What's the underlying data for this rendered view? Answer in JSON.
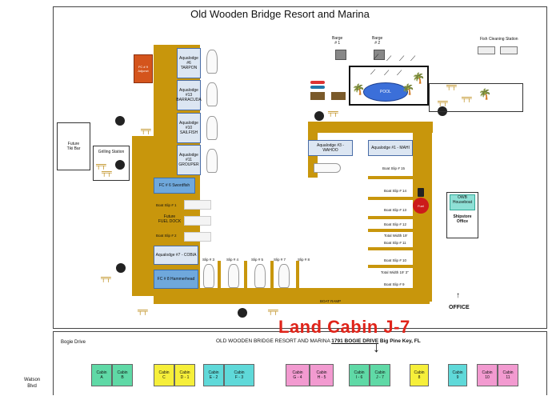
{
  "title": "Old Wooden Bridge Resort and Marina",
  "left_building": {
    "fc9": "FC # 9\nAdjunct",
    "lodge6": "Aqualodge\n#6\nTARPON",
    "lodge13": "Aqualodge\n#13\nBARRACUDA",
    "lodge10": "Aqualodge\n#10\nSAILFISH",
    "lodge11": "Aqualodge\n#11\nGROUPER",
    "fc6": "FC # 6 Swordfish",
    "slip1": "Boat Slip # 1",
    "fuel": "Future\nFUEL DOCK",
    "slip2": "Boat Slip # 2",
    "lodge7": "Aqualodge #7 - COBIA",
    "fc8": "FC # 8 Hammerhead"
  },
  "tiki_bar": "Future\nTiki Bar",
  "grilling_station": "Grilling Station",
  "barges": [
    "Barge\n# 1",
    "Barge\n# 2"
  ],
  "fish_cleaning": "Fish Cleaning Station",
  "pool": "POOL",
  "center_slips": [
    "Slip # 3",
    "Slip # 4",
    "Slip # 5",
    "Slip # 7",
    "Slip # 8"
  ],
  "right_dock": {
    "lodge3": "Aqualodge #3 - WAHOO",
    "lodge1": "Aqualodge #1 - MAHI",
    "slips": [
      "Boat Slip # 15",
      "Boat Slip # 14",
      "Boat Slip # 13",
      "Boat Slip # 12",
      "Boat Slip # 11",
      "Boat Slip # 10",
      "Boat Slip # 9"
    ],
    "notes": [
      "Total Width 19'",
      "Total Width 19' 3\""
    ],
    "boat_ramp": "BOAT RAMP",
    "fuel": "Fuel"
  },
  "owb_houseboat": "OWB\nHouseboat",
  "shipstore": "Shipstore\nOffice",
  "office": "OFFICE",
  "road_label": "Bogie Drive",
  "address_prefix": "OLD WOODEN BRIDGE RESORT AND MARINA ",
  "address_under": "1791 BOGIE DRIVE",
  "address_suffix": " Big Pine Key, FL",
  "annotation": "Land Cabin J-7",
  "watson": "Watson\nBlvd",
  "cabins": [
    {
      "label": "Cabin\nA",
      "color": "#5fd9a6"
    },
    {
      "label": "Cabin\nB",
      "color": "#5fd9a6"
    },
    {
      "label": "Cabin\nC",
      "color": "#f6ef3a"
    },
    {
      "label": "Cabin\nD - 1",
      "color": "#f6ef3a"
    },
    {
      "label": "Cabin\nE - 2",
      "color": "#5fd9d9"
    },
    {
      "label": "Cabin\nF - 3",
      "color": "#5fd9d9"
    },
    {
      "label": "Cabin\nG - 4",
      "color": "#f29ad0"
    },
    {
      "label": "Cabin\nH - 5",
      "color": "#f29ad0"
    },
    {
      "label": "Cabin\nI - 6",
      "color": "#5fd9a6"
    },
    {
      "label": "Cabin\nJ - 7",
      "color": "#5fd9a6"
    },
    {
      "label": "Cabin\n8",
      "color": "#f6ef3a"
    },
    {
      "label": "Cabin\n9",
      "color": "#5fd9d9"
    },
    {
      "label": "Cabin\n10",
      "color": "#f29ad0"
    },
    {
      "label": "Cabin\n11",
      "color": "#f29ad0"
    }
  ],
  "colors": {
    "dock": "#c8960c",
    "annotation": "#e0241a",
    "pool": "#3b6fd9"
  }
}
